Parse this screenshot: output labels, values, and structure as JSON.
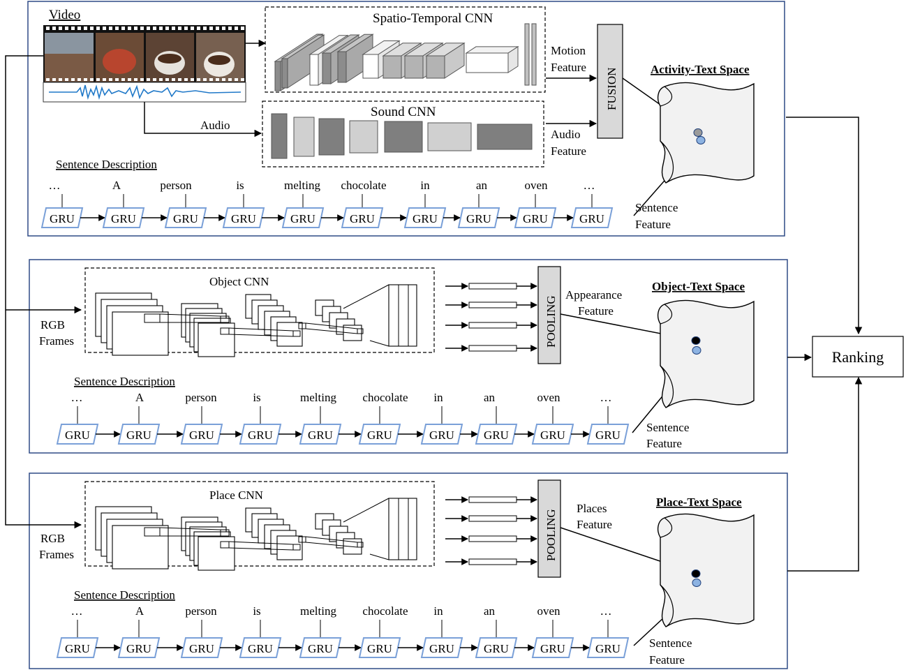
{
  "video": {
    "title": "Video",
    "audio_label": "Audio"
  },
  "branches": {
    "activity": {
      "cnn1_title": "Spatio-Temporal CNN",
      "cnn2_title": "Sound CNN",
      "fusion_label": "FUSION",
      "motion_feature": [
        "Motion",
        "Feature"
      ],
      "audio_feature": [
        "Audio",
        "Feature"
      ],
      "space_title": "Activity-Text Space"
    },
    "object": {
      "input_label": [
        "RGB",
        "Frames"
      ],
      "cnn_title": "Object CNN",
      "pool_label": "POOLING",
      "feature_label": [
        "Appearance",
        "Feature"
      ],
      "space_title": "Object-Text Space"
    },
    "place": {
      "input_label": [
        "RGB",
        "Frames"
      ],
      "cnn_title": "Place CNN",
      "pool_label": "POOLING",
      "feature_label": [
        "Places",
        "Feature"
      ],
      "space_title": "Place-Text Space"
    }
  },
  "sentence": {
    "heading": "Sentence Description",
    "words": [
      "…",
      "A",
      "person",
      "is",
      "melting",
      "chocolate",
      "in",
      "an",
      "oven",
      "…"
    ],
    "cell_label": "GRU",
    "feature_label": [
      "Sentence",
      "Feature"
    ]
  },
  "ranking_label": "Ranking",
  "colors": {
    "panel_border": "#2e4a86",
    "gru_border": "#7aa0d8",
    "box_fill": "#d9d9d9",
    "space_fill": "#f2f2f2",
    "dot_blue": "#8db3e2",
    "dot_gray": "#9a9a9a",
    "dot_black": "#000000"
  }
}
